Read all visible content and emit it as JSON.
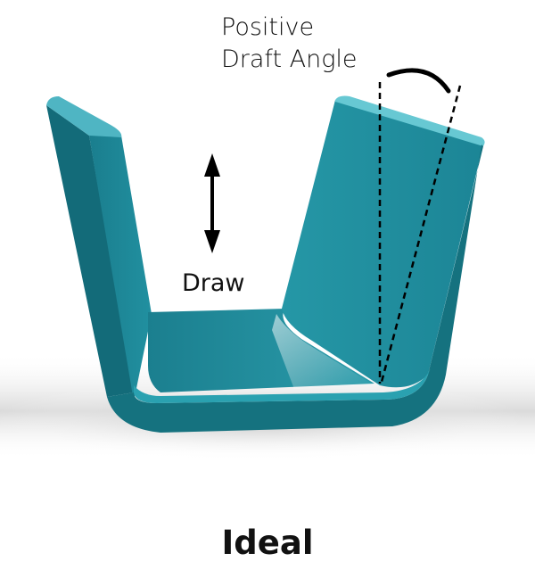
{
  "labels": {
    "draft_angle_line1": "Positive",
    "draft_angle_line2": "Draft Angle",
    "draw": "Draw",
    "caption": "Ideal"
  },
  "colors": {
    "part_front": "#1f8f9f",
    "part_side": "#177585",
    "part_top": "#5ec3cf",
    "part_highlight": "#a9dfe5",
    "floor_shadow": "#c9c9c9",
    "annotation": "#000000",
    "background": "#ffffff"
  },
  "icons": {
    "draw_arrow": "double-headed-vertical-arrow",
    "angle_arc": "draft-angle-arc"
  }
}
